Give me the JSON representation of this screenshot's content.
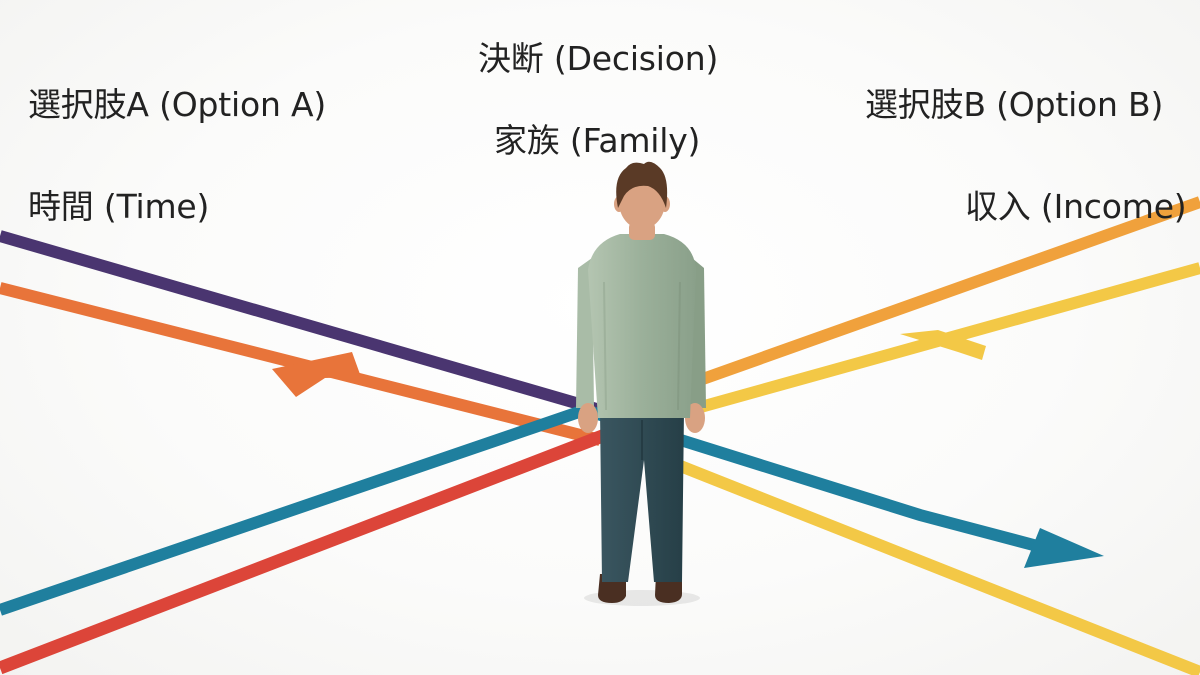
{
  "labels": {
    "decision": "決断 (Decision)",
    "family": "家族 (Family)",
    "option_a": "選択肢A (Option A)",
    "option_b": "選択肢B (Option B)",
    "time": "時間 (Time)",
    "income": "収入 (Income)"
  },
  "colors": {
    "purple_path": "#4a3570",
    "orange_path": "#e8743a",
    "teal_path": "#1f7f9e",
    "red_path": "#dc4539",
    "amber_path": "#f0a13c",
    "yellow_path": "#f3c846",
    "shirt": "#9bb09a",
    "pants": "#2f4a52",
    "hair": "#5a3a26",
    "skin": "#d9a282",
    "shoes": "#4a2f22"
  },
  "icons": {
    "figure": "person-standing-back-view",
    "arrows": [
      "arrow-left-icon",
      "arrow-right-icon",
      "arrow-back-icon"
    ]
  }
}
